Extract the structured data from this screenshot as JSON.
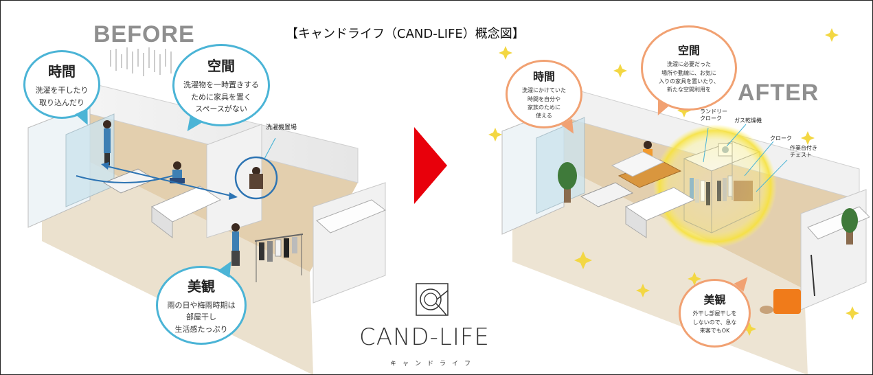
{
  "title": "【キャンドライフ（CAND-LIFE）概念図】",
  "before": {
    "label": "BEFORE",
    "bubbles": [
      {
        "heading": "時間",
        "text": "洗濯を干したり\n取り込んだり"
      },
      {
        "heading": "空間",
        "text": "洗濯物を一時置きする\nために家具を置く\nスペースがない"
      },
      {
        "heading": "美観",
        "text": "雨の日や梅雨時期は\n部屋干し\n生活感たっぷり"
      }
    ],
    "labels": {
      "washer_area": "洗濯機置場"
    }
  },
  "after": {
    "label": "AFTER",
    "bubbles": [
      {
        "heading": "時間",
        "text": "洗濯にかけていた\n時間を自分や\n家族のために\n使える"
      },
      {
        "heading": "空間",
        "text": "洗濯に必要だった\n場所や動線に、お気に\n入りの家具を置いたり、\n新たな空間利用を"
      },
      {
        "heading": "美観",
        "text": "外干し部屋干しを\nしないので、急な\n来客でもOK"
      }
    ],
    "labels": {
      "laundry_cloak": "ランドリー\nクローク",
      "gas_dryer": "ガス乾燥機",
      "cloak": "クローク",
      "chest": "作業台付き\nチェスト"
    }
  },
  "logo": {
    "text": "CAND-LIFE",
    "kana": "キャンドライフ"
  },
  "colors": {
    "before_accent": "#4bb4d6",
    "after_accent": "#f1a172",
    "arrow": "#e8000b",
    "floor": "#e3cfae",
    "glow": "#fff27a"
  }
}
